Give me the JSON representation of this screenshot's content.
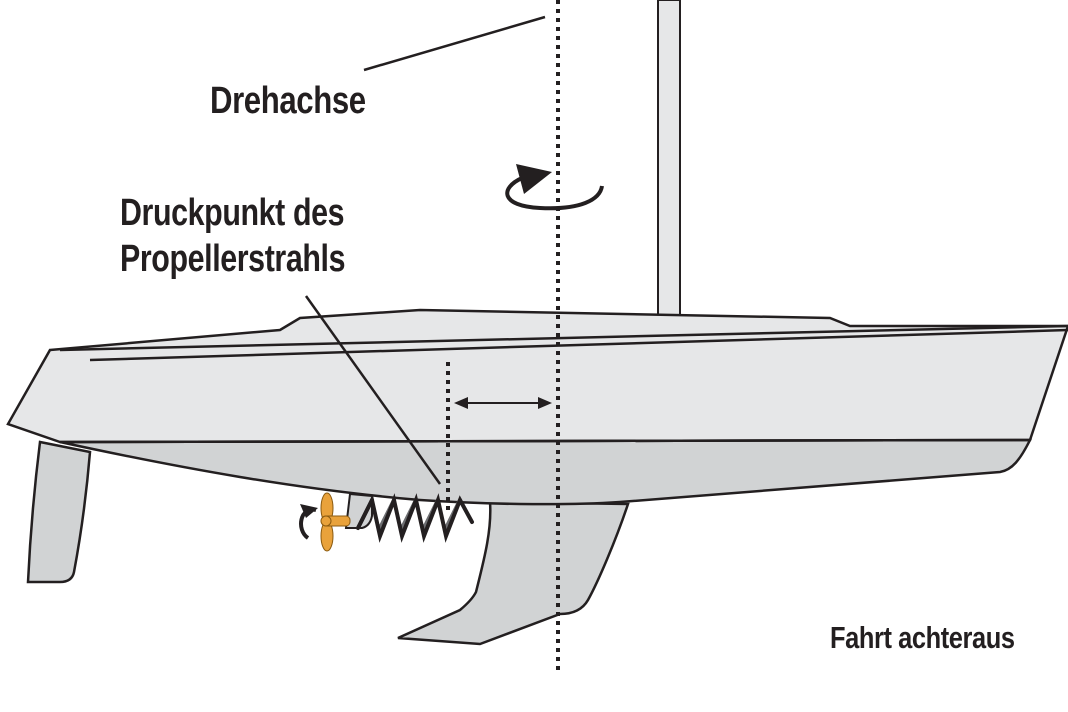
{
  "diagram": {
    "title": "Fahrt achteraus",
    "labels": {
      "rotation_axis": "Drehachse",
      "pressure_point_line1": "Druckpunkt des",
      "pressure_point_line2": "Propellerstrahls",
      "mode": "Fahrt achteraus"
    },
    "elements": [
      "sailboat-hull",
      "mast",
      "rudder",
      "keel",
      "propeller",
      "propeller-wash-spiral",
      "rotation-axis-dotted-line",
      "pressure-point-dotted-line",
      "distance-double-arrow",
      "rotation-arrow"
    ],
    "colors": {
      "hull_upper": "#e6e7e8",
      "hull_lower": "#d1d3d4",
      "outline": "#231f20",
      "propeller": "#e9a23b",
      "spiral_back": "#6d6e71",
      "background": "#ffffff"
    }
  }
}
